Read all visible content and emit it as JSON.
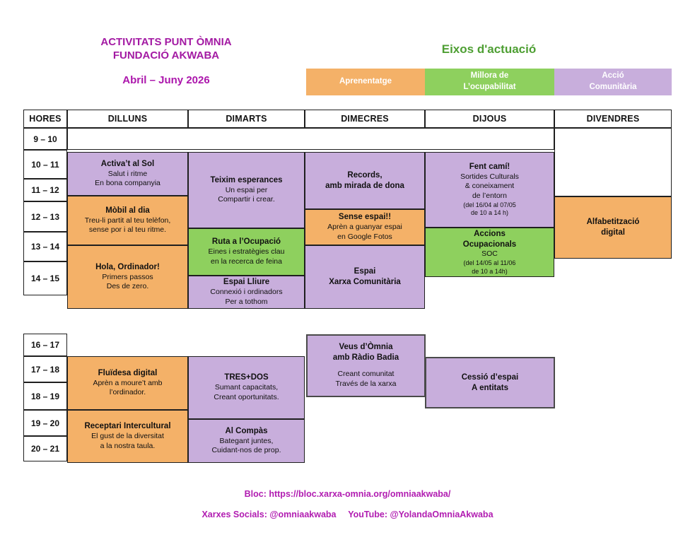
{
  "header": {
    "title_line1": "ACTIVITATS PUNT ÒMNIA",
    "title_line2": "FUNDACIÓ AKWABA",
    "period": "Abril – Juny 2026"
  },
  "legend": {
    "title": "Eixos d'actuació",
    "items": [
      {
        "name": "aprenentatge",
        "color": "#F4B168",
        "label_lines": [
          "Aprenentatge"
        ]
      },
      {
        "name": "millora-ocupabilitat",
        "color": "#8ED05E",
        "label_lines": [
          "Millora de",
          "L’ocupabilitat"
        ]
      },
      {
        "name": "accio-comunitaria",
        "color": "#C8AEDC",
        "label_lines": [
          "Acció",
          "Comunitària"
        ]
      }
    ]
  },
  "colors": {
    "aprenentatge_orange": "#F4B168",
    "ocupabilitat_green": "#8ED05E",
    "comunitaria_purple": "#C8AEDC",
    "legend_title_green": "#4E9F33",
    "title_magenta": "#A31AA3",
    "footer_magenta": "#B11CB1"
  },
  "table": {
    "columns": [
      "HORES",
      "DILLUNS",
      "DIMARTS",
      "DIMECRES",
      "DIJOUS",
      "DIVENDRES"
    ],
    "morning_hours": [
      "9 – 10",
      "10 – 11",
      "11 – 12",
      "12 – 13",
      "13 – 14",
      "14 – 15"
    ],
    "evening_hours": [
      "16 – 17",
      "17 – 18",
      "18 – 19",
      "19 – 20",
      "20 – 21"
    ]
  },
  "activities": {
    "activat": {
      "title": "Activa’t al Sol",
      "lines": [
        "Salut i ritme",
        "En bona companyia"
      ]
    },
    "mobil": {
      "title": "Mòbil al dia",
      "lines": [
        "Treu-li partit al teu telèfon,",
        "sense por i al teu ritme."
      ]
    },
    "hola": {
      "title": "Hola, Ordinador!",
      "lines": [
        "Primers passos",
        "Des de zero."
      ]
    },
    "teixim": {
      "title": "Teixim esperances",
      "lines": [
        "Un espai per",
        "Compartir i crear."
      ]
    },
    "ruta": {
      "title": "Ruta a l’Ocupació",
      "lines": [
        "Eines i estratègies clau",
        "en la recerca de feina"
      ]
    },
    "espai_lliure": {
      "title": "Espai Lliure",
      "lines": [
        "Connexió i ordinadors",
        "Per a tothom"
      ]
    },
    "records": {
      "title_lines": [
        "Records,",
        "amb mirada de dona"
      ]
    },
    "sense_espai": {
      "title": "Sense espai!!",
      "lines": [
        "Aprèn a guanyar espai",
        "en Google Fotos"
      ]
    },
    "xarxa_com": {
      "title_lines": [
        "Espai",
        "Xarxa Comunitària"
      ]
    },
    "fent_cami": {
      "title": "Fent camí!",
      "lines": [
        "Sortides Culturals",
        "& coneixament",
        "de l’entorn"
      ],
      "small": [
        "(del 16/04 al 07/05",
        "de 10 a 14 h)"
      ]
    },
    "accions": {
      "title_lines": [
        "Accions",
        "Ocupacionals"
      ],
      "lines": [
        "SOC"
      ],
      "small": [
        "(del 14/05 al 11/06",
        "de 10 a 14h)"
      ]
    },
    "alfabetitzacio": {
      "title_lines": [
        "Alfabetització",
        "digital"
      ]
    },
    "fluidesa": {
      "title": "Fluïdesa digital",
      "lines": [
        "Aprèn a moure’t amb",
        "l’ordinador."
      ]
    },
    "receptari": {
      "title": "Receptari Intercultural",
      "lines": [
        "El gust de la diversitat",
        "a la nostra taula."
      ]
    },
    "tresdos": {
      "title": "TRES+DOS",
      "lines": [
        "Sumant capacitats,",
        "Creant oportunitats."
      ]
    },
    "compas": {
      "title": "Al Compàs",
      "lines": [
        "Bategant juntes,",
        "Cuidant-nos de prop."
      ]
    },
    "veus": {
      "title_lines": [
        "Veus d’Òmnia",
        "amb Ràdio Badia"
      ],
      "lines": [
        "Creant comunitat",
        "Través de la xarxa"
      ]
    },
    "cessio": {
      "title_lines": [
        "Cessió d’espai",
        "A entitats"
      ]
    }
  },
  "footer": {
    "blog": "Bloc: https://bloc.xarxa-omnia.org/omniaakwaba/",
    "social_left": "Xarxes Socials: @omniaakwaba",
    "social_right": "YouTube: @YolandaOmniaAkwaba"
  }
}
